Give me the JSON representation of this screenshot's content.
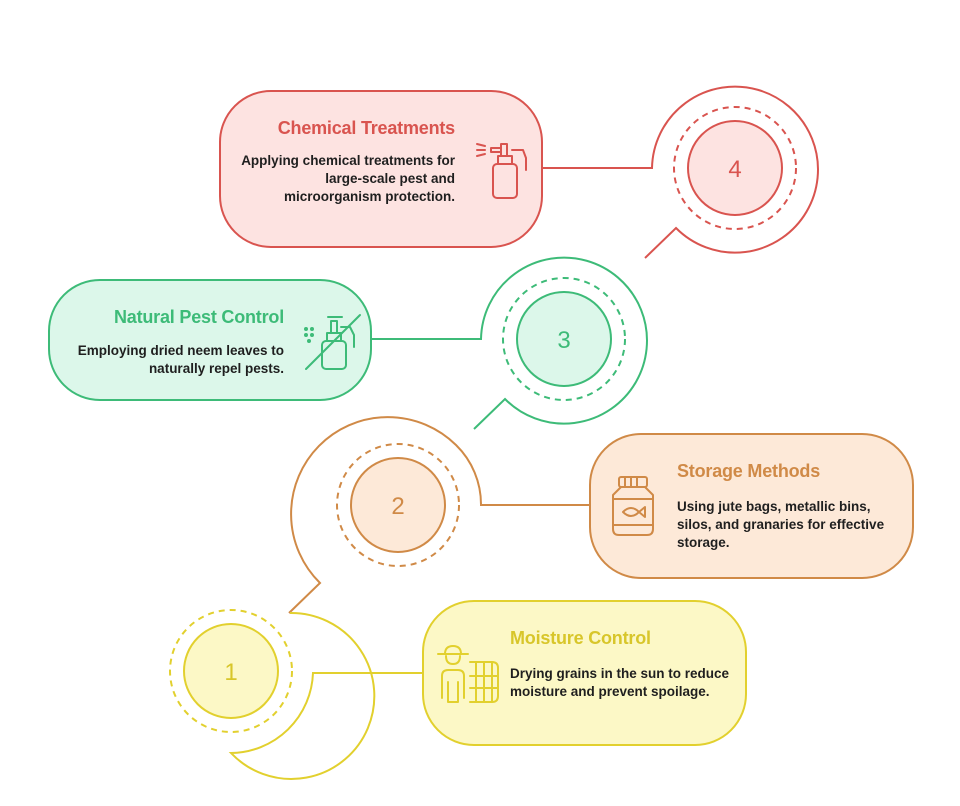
{
  "steps": [
    {
      "number": "1",
      "title": "Moisture Control",
      "description": "Drying grains in the sun to reduce moisture and prevent spoilage.",
      "color": "#e2d02e",
      "fill": "#fcf8c6",
      "icon": "farmer-icon"
    },
    {
      "number": "2",
      "title": "Storage Methods",
      "description": "Using jute bags, metallic bins, silos, and granaries for effective storage.",
      "color": "#d08a47",
      "fill": "#fde9d8",
      "icon": "storage-jar-icon"
    },
    {
      "number": "3",
      "title": "Natural Pest Control",
      "description": "Employing dried neem leaves to naturally repel pests.",
      "color": "#3dbb78",
      "fill": "#dcf7ea",
      "icon": "no-spray-icon"
    },
    {
      "number": "4",
      "title": "Chemical Treatments",
      "description": "Applying chemical treatments for large-scale pest and microorganism protection.",
      "color": "#d9544f",
      "fill": "#fde3e1",
      "icon": "spray-bottle-icon"
    }
  ]
}
